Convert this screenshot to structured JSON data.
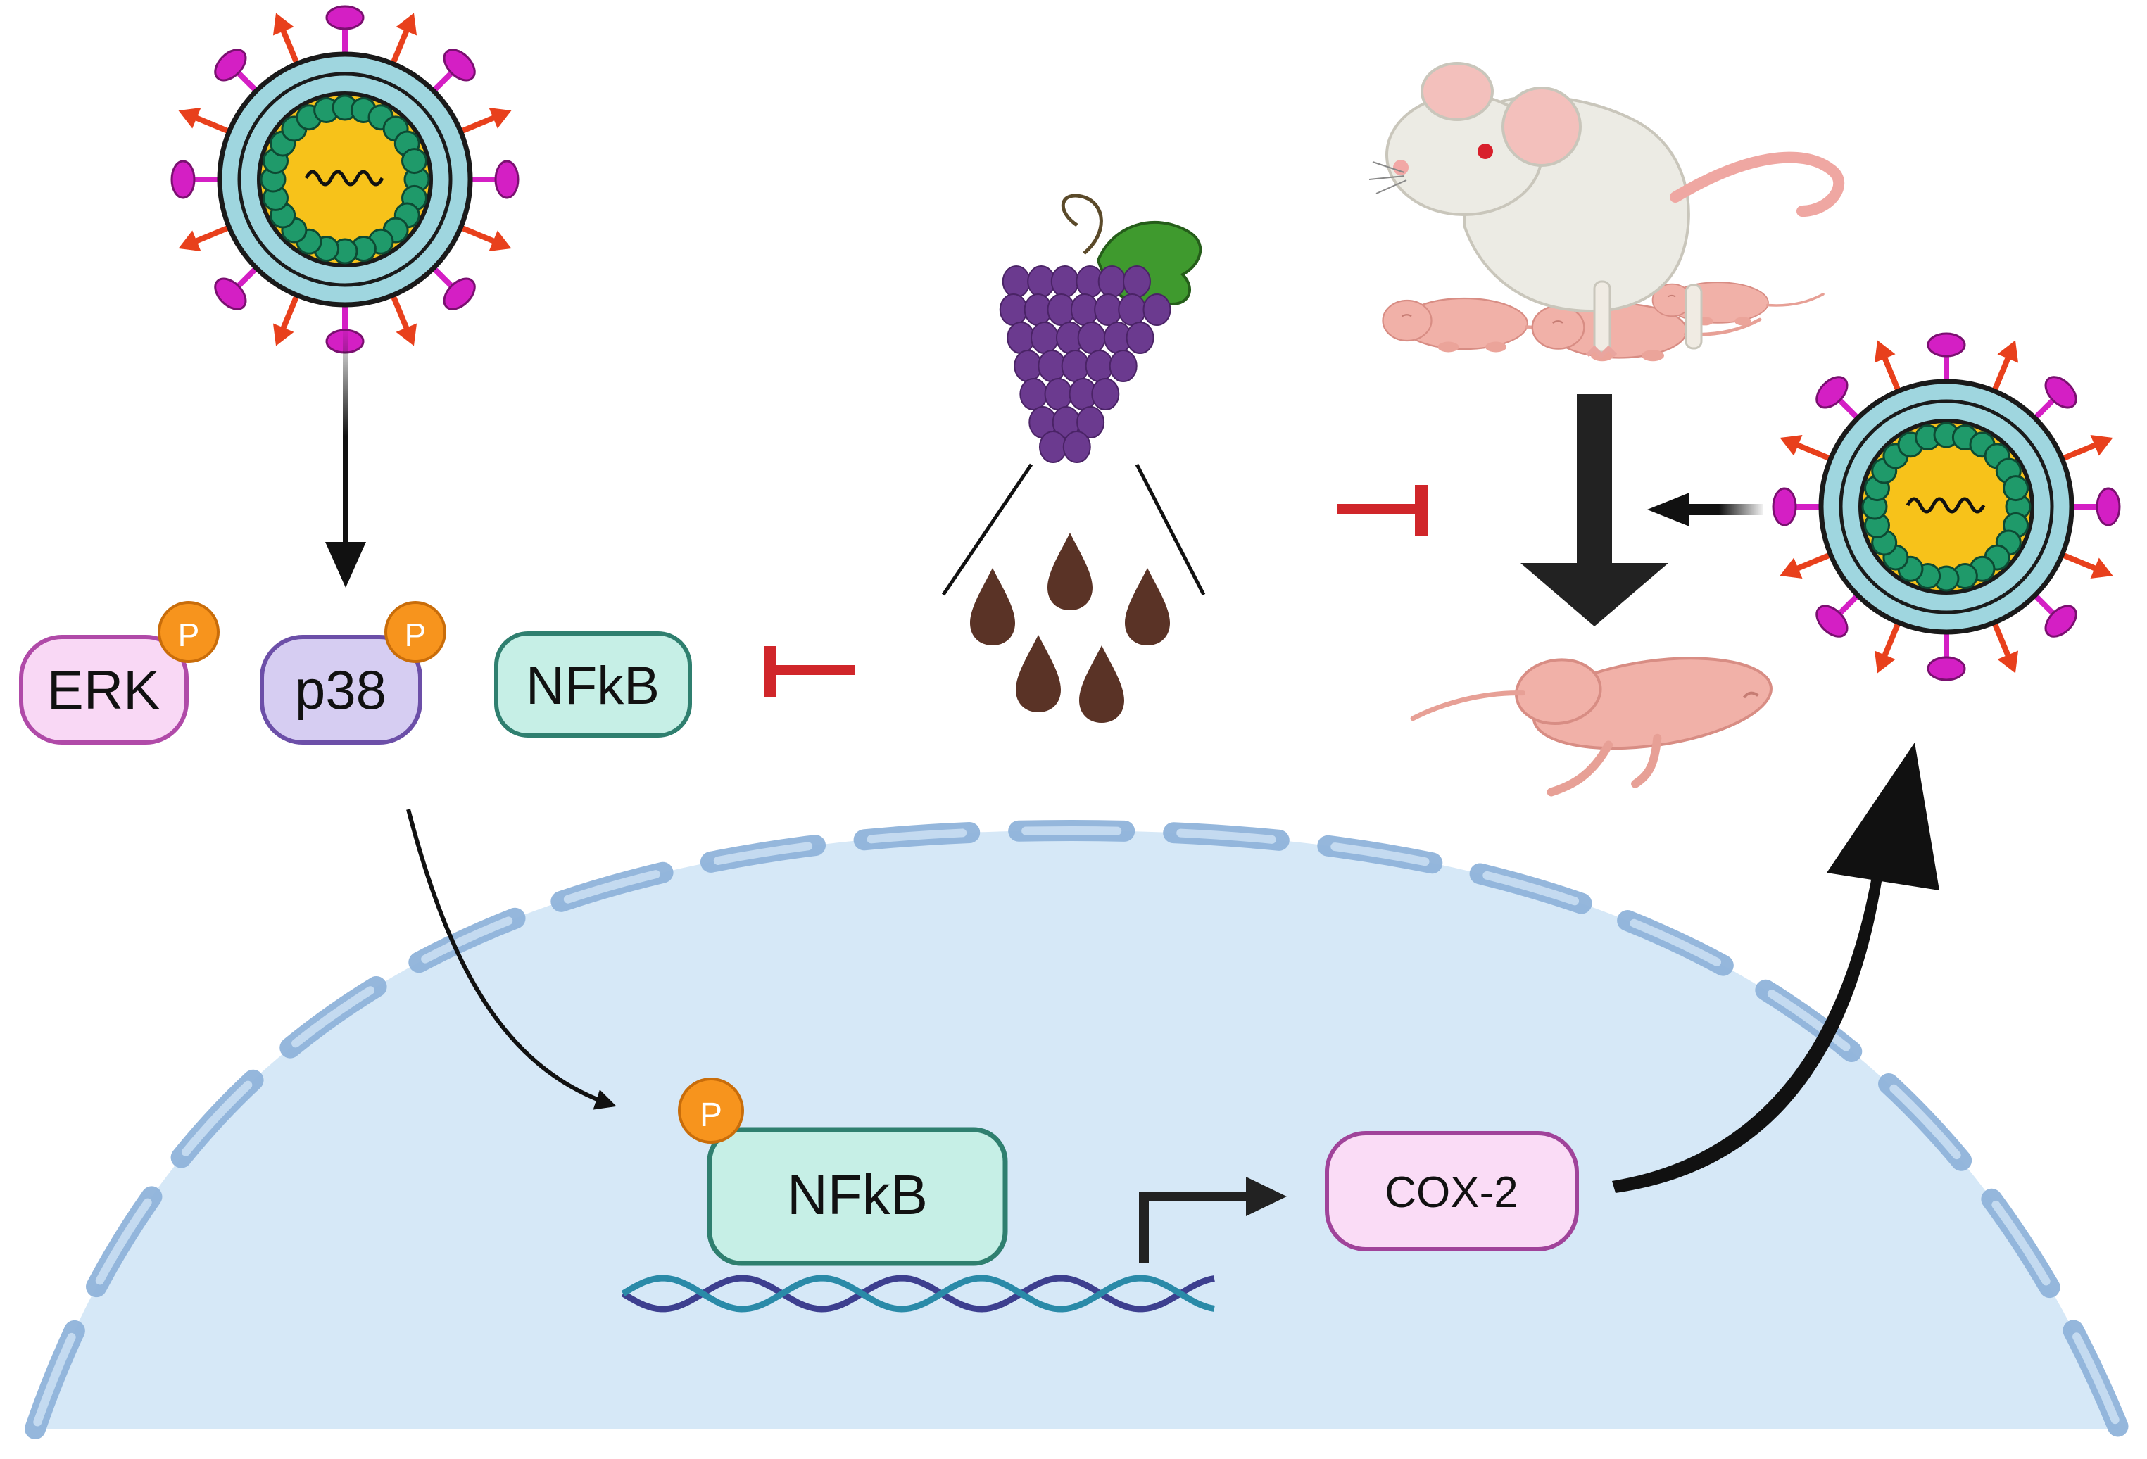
{
  "labels": {
    "erk": "ERK",
    "p38": "p38",
    "nfkb_cytoplasm": "NFkB",
    "nfkb_nucleus": "NFkB",
    "cox2": "COX-2",
    "phospho": "P"
  },
  "colors": {
    "nucleus_fill": "#d6e8f7",
    "nuclear_envelope": "#8fb3da",
    "erk_fill": "#f9d8f5",
    "erk_stroke": "#b04aa8",
    "p38_fill": "#d6cdf2",
    "p38_stroke": "#6c4fa8",
    "nfkb_fill": "#c6efe6",
    "nfkb_stroke": "#2f7f6f",
    "cox2_fill": "#fadcf6",
    "cox2_stroke": "#a0439a",
    "phospho_fill": "#f7941d",
    "inhibit_color": "#d0262a",
    "arrow_color": "#111111",
    "virus_shell": "#9fd6df",
    "virus_core": "#f7c21a",
    "virus_capsomere": "#1f9a6a",
    "virus_spike_pink": "#d41fc4",
    "virus_spike_red": "#e8401c",
    "grape_color": "#6b3a8f",
    "leaf_color": "#3f9a2e",
    "seed_color": "#5a3326",
    "mouse_body": "#ecebe4",
    "pup_color": "#f1b1a8"
  },
  "icons": [
    "virus-icon",
    "grape-icon",
    "grape-seed-icon",
    "mouse-with-pups-icon",
    "pup-icon",
    "dna-icon"
  ]
}
